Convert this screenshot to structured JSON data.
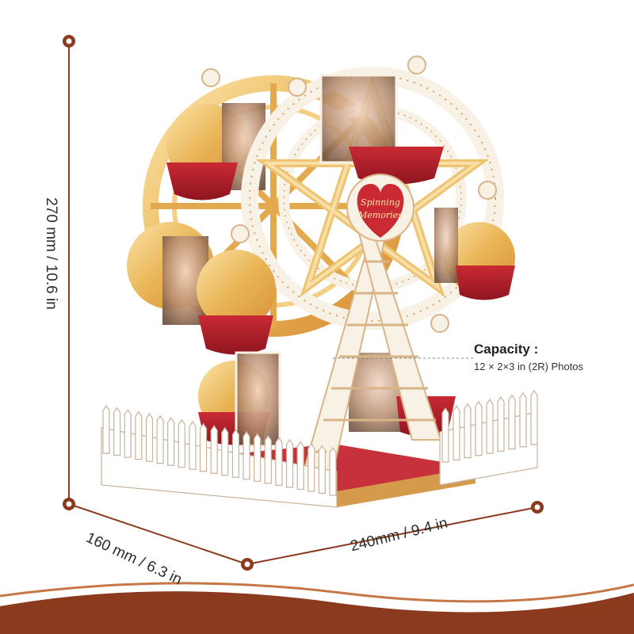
{
  "dimensions": {
    "height": "270 mm / 10.6 in",
    "depth": "160 mm / 6.3 in",
    "width": "240mm / 9.4 in"
  },
  "capacity": {
    "title": "Capacity :",
    "detail": "12 × 2×3 in (2R) Photos"
  },
  "product": {
    "heart_line1": "Spinning",
    "heart_line2": "Memories"
  },
  "colors": {
    "dimension_marker": "#8b3a1e",
    "wood": "#e7b45c",
    "cabin_red": "#b01f2a",
    "white_frame": "#f7f1e6",
    "bottom_wave": "#8b3a1e"
  }
}
